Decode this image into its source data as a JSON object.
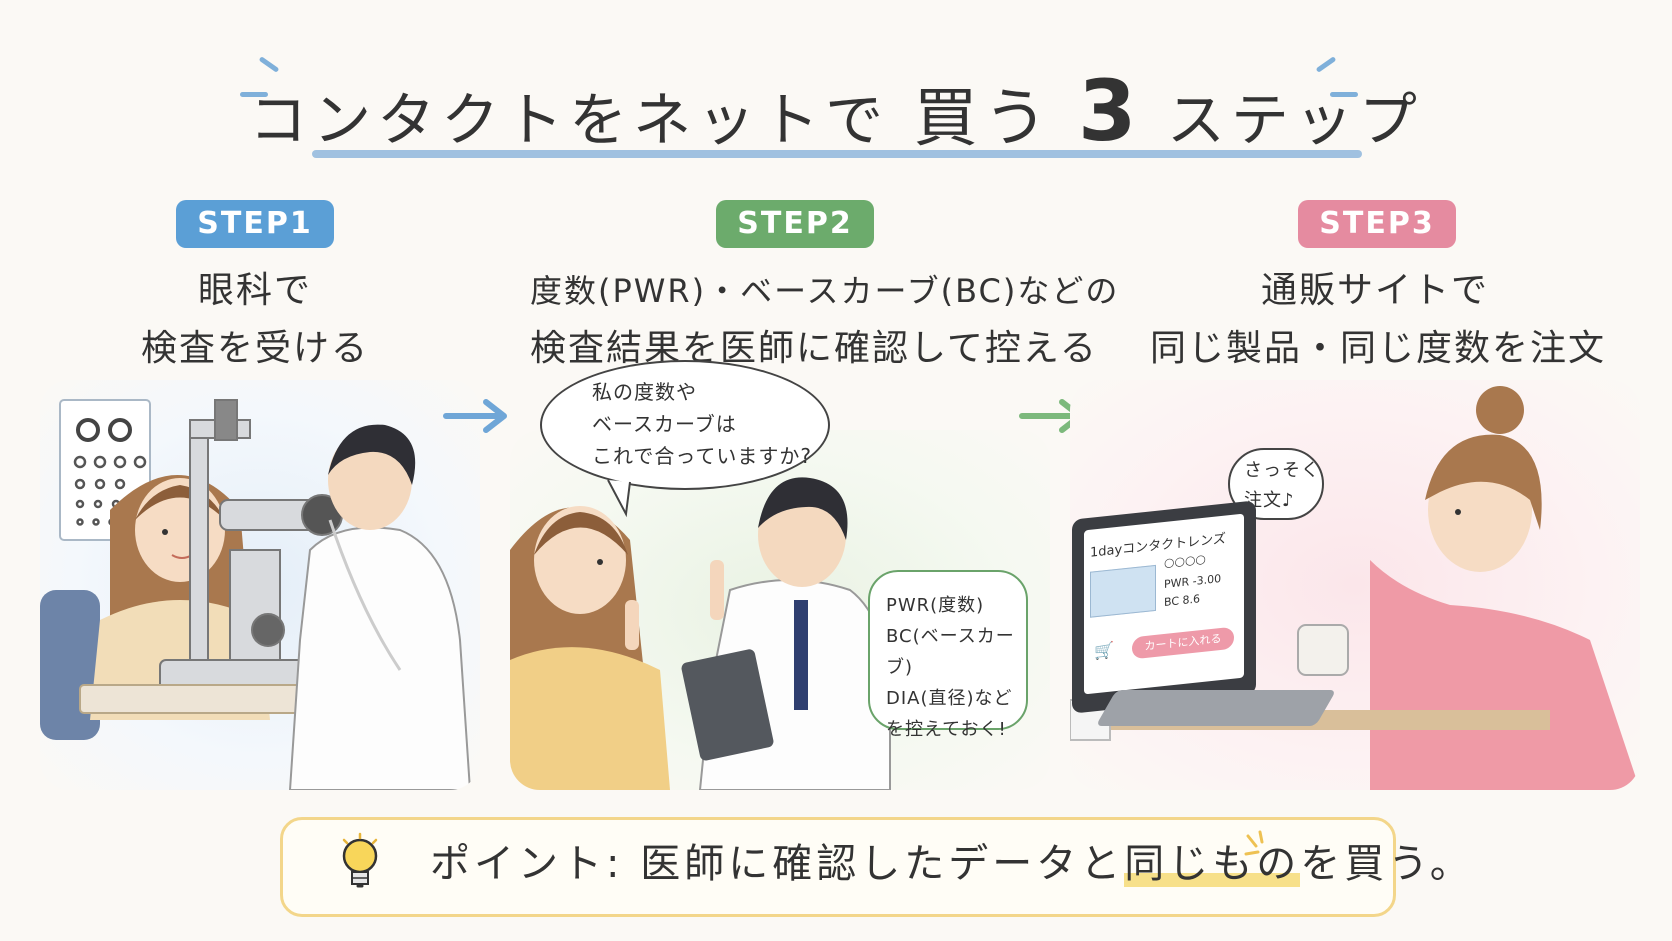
{
  "header": {
    "title_main": "コンタクトをネットで",
    "title_buy": "買う",
    "title_number": "3",
    "title_tail": "ステップ"
  },
  "steps": [
    {
      "badge": "STEP1",
      "badge_color": "#5b9fd6",
      "lines": [
        "眼科で",
        "検査を受ける"
      ]
    },
    {
      "badge": "STEP2",
      "badge_color": "#6cab6c",
      "lines": [
        "度数(PWR)・ベースカーブ(BC)などの",
        "検査結果を医師に確認して控える"
      ]
    },
    {
      "badge": "STEP3",
      "badge_color": "#e58ba0",
      "lines": [
        "通販サイトで",
        "同じ製品・同じ度数を注文"
      ]
    }
  ],
  "scene1": {
    "eye_chart_icon": "eye-chart-icon",
    "slit_lamp_icon": "slit-lamp-icon"
  },
  "scene2": {
    "speech": [
      "私の度数や",
      "ベースカーブは",
      "これで合っていますか?"
    ],
    "memo": [
      "PWR(度数)",
      "BC(ベースカーブ)",
      "DIA(直径)など",
      "を控えておく!"
    ]
  },
  "scene3": {
    "thought": [
      "さっそく",
      "注文♪"
    ],
    "laptop": {
      "product_title": "1dayコンタクトレンズ",
      "rating": "○○○○",
      "pwr": "PWR -3.00",
      "bc": "BC 8.6",
      "cart_button": "カートに入れる"
    }
  },
  "point": {
    "label": "ポイント:",
    "text_before": "医師に確認したデータと",
    "highlight": "同じもの",
    "text_after": "を買う。",
    "icon": "lightbulb-icon"
  },
  "colors": {
    "blue": "#5b9fd6",
    "green": "#6cab6c",
    "pink": "#e58ba0",
    "point_border": "#f3d68a"
  }
}
